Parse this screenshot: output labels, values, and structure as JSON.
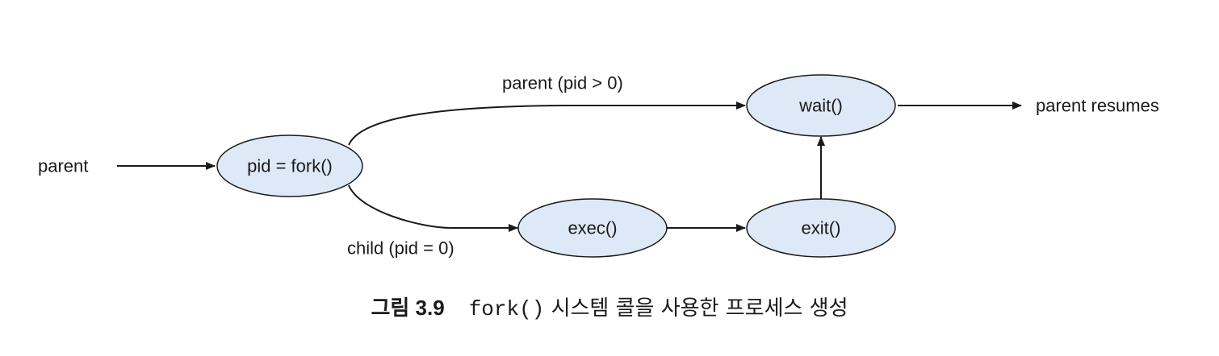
{
  "nodes": {
    "fork": "pid = fork()",
    "wait": "wait()",
    "exec": "exec()",
    "exit": "exit()"
  },
  "labels": {
    "parent_in": "parent",
    "parent_branch": "parent (pid > 0)",
    "child_branch": "child (pid = 0)",
    "parent_resumes": "parent resumes"
  },
  "caption": {
    "figure_number": "그림 3.9",
    "code": "fork()",
    "text": " 시스템 콜을 사용한 프로세스 생성"
  },
  "colors": {
    "node_fill": "#dde9f6",
    "stroke": "#1a1a1a"
  }
}
